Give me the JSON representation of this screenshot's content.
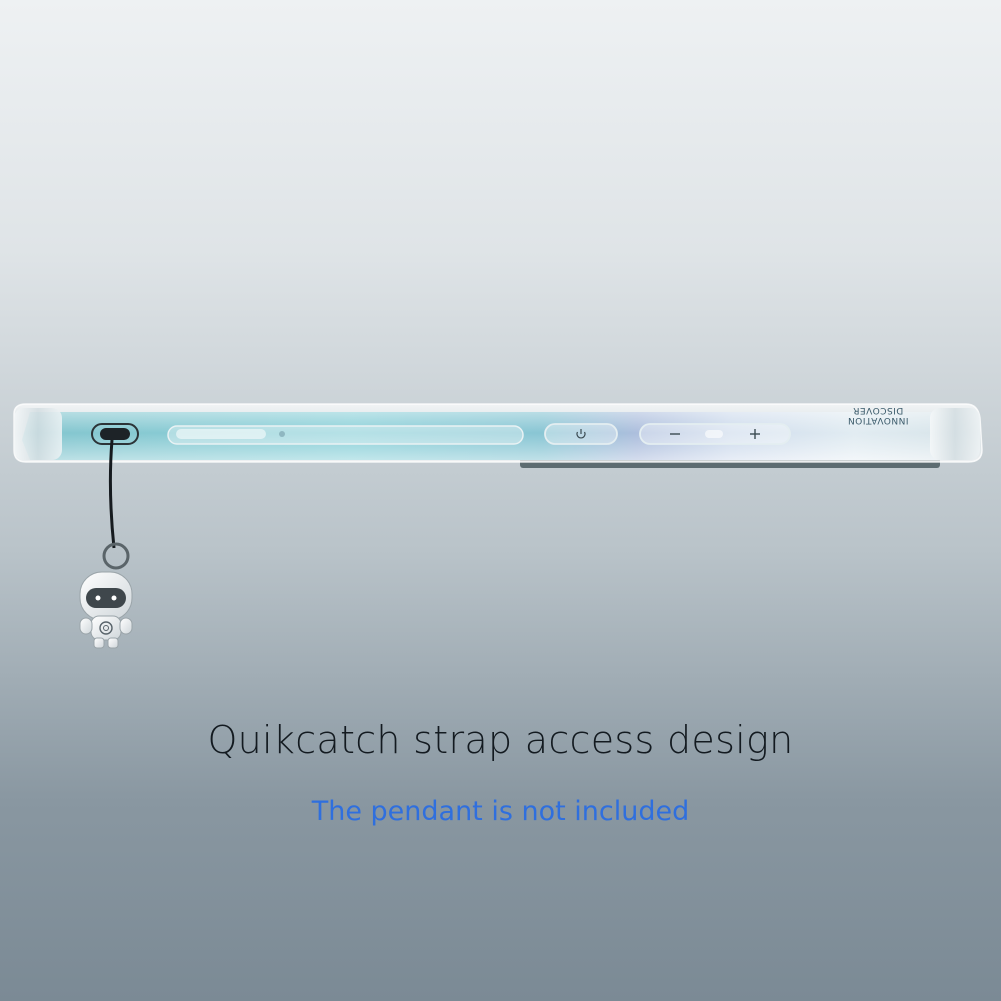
{
  "headline": "Quikcatch strap access design",
  "subline": "The pendant is not included",
  "engraving": {
    "line1": "INNOVATION",
    "line2": "DISCOVER"
  },
  "colors": {
    "headline": "#131a20",
    "subline": "#2f6fde",
    "phone_teal": "#3aa7b6",
    "background_top": "#eef1f3",
    "background_bottom": "#7b8a95"
  },
  "icons": {
    "power": "power-icon",
    "minus": "minus-icon",
    "plus": "plus-icon"
  }
}
